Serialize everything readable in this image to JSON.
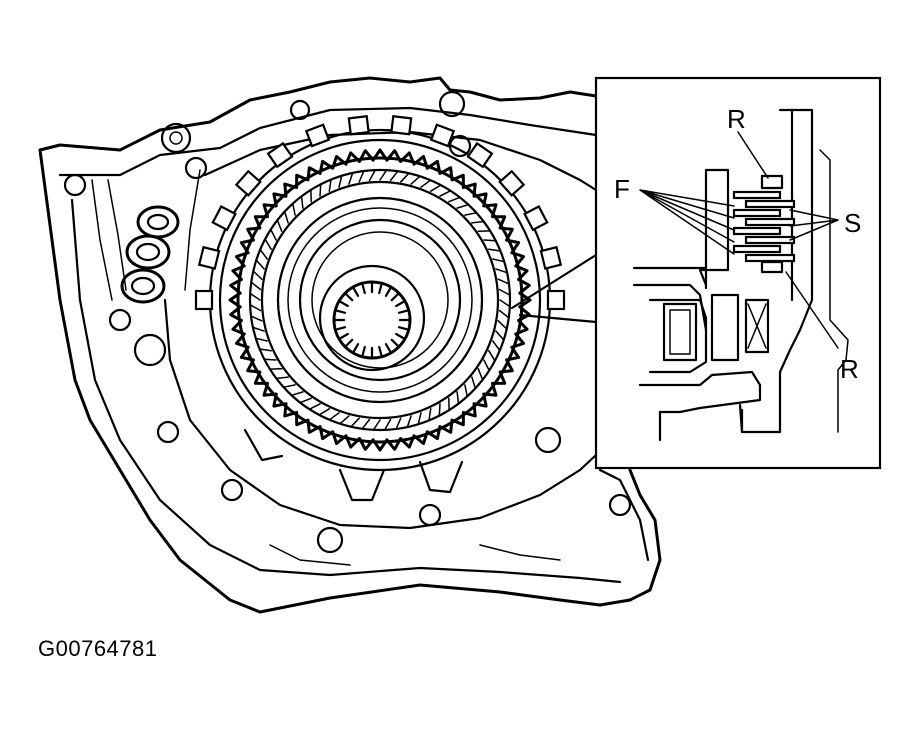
{
  "figure_id": "G00764781",
  "callouts": {
    "r_top": "R",
    "f": "F",
    "s": "S",
    "r_bottom": "R"
  },
  "colors": {
    "line": "#000000",
    "background": "#ffffff"
  }
}
